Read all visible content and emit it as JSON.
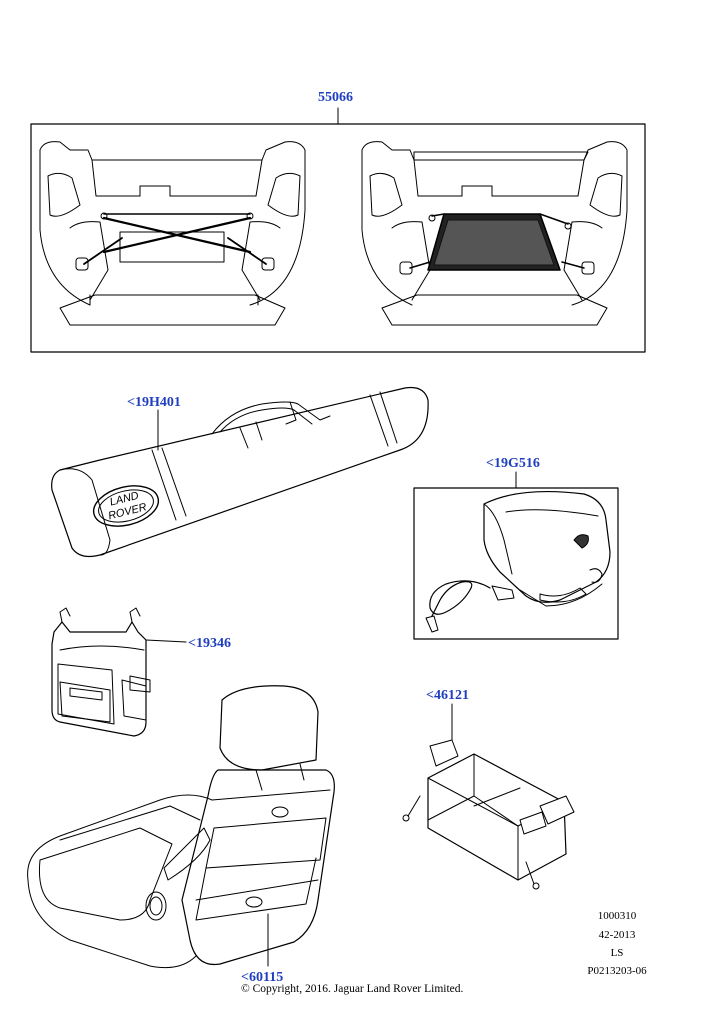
{
  "callouts": {
    "c55066": "55066",
    "c19h401": "<19H401",
    "c19g516": "<19G516",
    "c19346": "<19346",
    "c46121": "<46121",
    "c60115": "<60115"
  },
  "logo": {
    "line1": "LAND",
    "line2": "ROVER"
  },
  "meta": {
    "line1": "1000310",
    "line2": "42-2013",
    "line3": "LS",
    "line4": "P0213203-06"
  },
  "copyright": "© Copyright, 2016. Jaguar Land Rover Limited.",
  "colors": {
    "callout": "#1f3fbf",
    "line": "#000000"
  }
}
